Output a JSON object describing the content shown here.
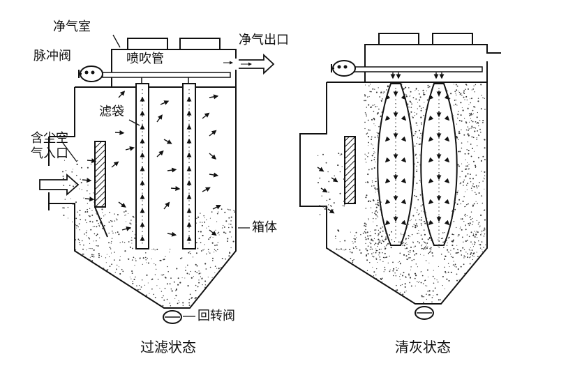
{
  "labels": {
    "clean_air_chamber": "净气室",
    "pulse_valve": "脉冲阀",
    "blow_pipe": "喷吹管",
    "clean_air_outlet": "净气出口",
    "filter_bag": "滤袋",
    "dusty_air_inlet_1": "含尘空",
    "dusty_air_inlet_2": "气入口",
    "housing": "箱体",
    "rotary_valve": "回转阀"
  },
  "captions": {
    "filtering": "过滤状态",
    "cleaning": "清灰状态"
  },
  "colors": {
    "ink": "#111111",
    "dust": "#333333",
    "background": "#ffffff"
  }
}
